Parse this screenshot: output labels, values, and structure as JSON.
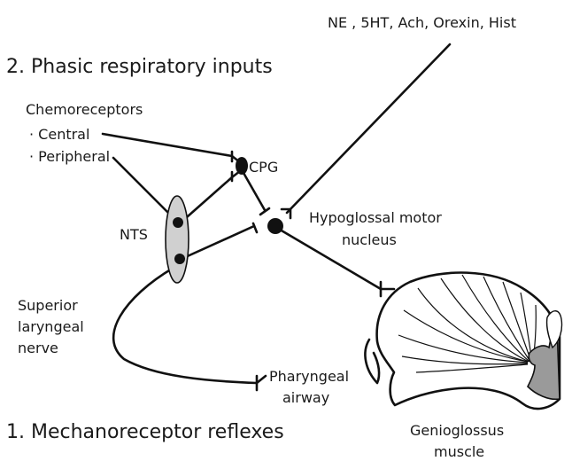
{
  "labels": {
    "modulators": "NE , 5HT, Ach, Orexin, Hist",
    "phasic_heading": "2. Phasic respiratory inputs",
    "chemoreceptors": "Chemoreceptors",
    "central": "· Central",
    "peripheral": "· Peripheral",
    "cpg": "CPG",
    "nts": "NTS",
    "hypoglossal_line1": "Hypoglossal motor",
    "hypoglossal_line2": "nucleus",
    "sln_line1": "Superior",
    "sln_line2": "laryngeal",
    "sln_line3": "nerve",
    "pharyngeal_line1": "Pharyngeal",
    "pharyngeal_line2": "airway",
    "mechano_heading": "1. Mechanoreceptor reflexes",
    "genioglossus_line1": "Genioglossus",
    "genioglossus_line2": "muscle"
  },
  "colors": {
    "ink": "#111111",
    "nts_fill": "#d0d0d0",
    "tongue_tip_fill": "#9a9a9a"
  }
}
